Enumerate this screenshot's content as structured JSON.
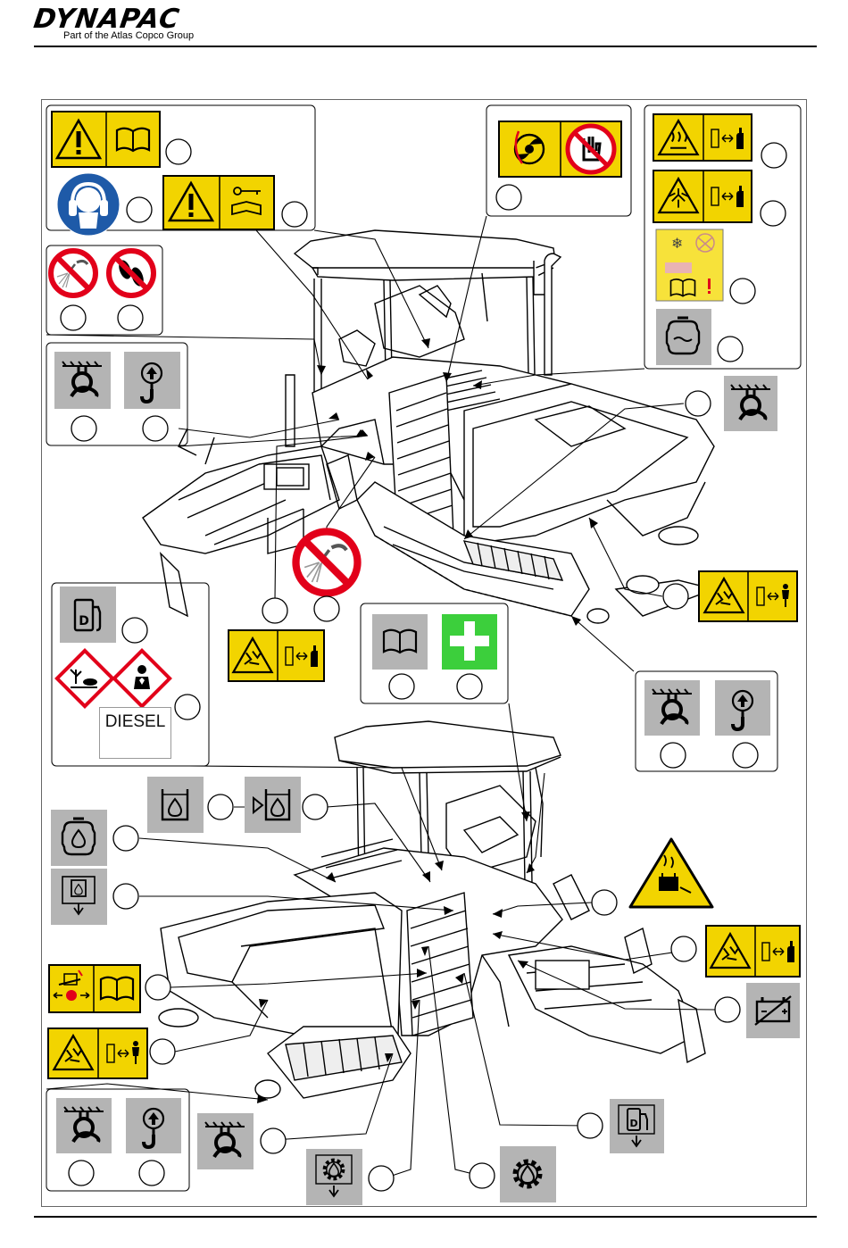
{
  "header": {
    "brand": "DYNAPAC",
    "tagline": "Part of the Atlas Copco Group"
  },
  "labels": {
    "diesel": "DIESEL"
  },
  "colors": {
    "warning_yellow": "#f2d400",
    "prohibition_red": "#e2001a",
    "mandatory_blue": "#1e5aa8",
    "first_aid_green": "#3ccf3c",
    "info_grey": "#b4b4b4"
  },
  "decals": [
    {
      "name": "warning-read-manual-decal",
      "icons": [
        "warning-triangle-icon",
        "manual-book-icon"
      ]
    },
    {
      "name": "ear-protection-decal",
      "icons": [
        "ear-protection-icon"
      ]
    },
    {
      "name": "warning-key-manual-decal",
      "icons": [
        "warning-triangle-icon",
        "key-manual-icon"
      ]
    },
    {
      "name": "fan-hand-warning-decal",
      "icons": [
        "fan-icon",
        "no-hand-icon"
      ]
    },
    {
      "name": "hot-surface-decal",
      "icons": [
        "hot-surface-icon",
        "keep-distance-icon"
      ]
    },
    {
      "name": "pressure-spray-decal",
      "icons": [
        "pressure-spray-icon",
        "keep-distance-icon"
      ]
    },
    {
      "name": "coolant-decal",
      "icons": [
        "coolant-info-icon"
      ]
    },
    {
      "name": "engine-coolant-level-decal",
      "icons": [
        "coolant-level-icon"
      ]
    },
    {
      "name": "no-high-pressure-wash-decal",
      "icons": [
        "no-spray-icon"
      ]
    },
    {
      "name": "no-step-decal",
      "icons": [
        "no-step-icon"
      ]
    },
    {
      "name": "tie-down-point-decal",
      "icons": [
        "tie-down-icon"
      ]
    },
    {
      "name": "lifting-point-decal",
      "icons": [
        "lifting-hook-icon"
      ]
    },
    {
      "name": "crushing-hazard-decal",
      "icons": [
        "crush-hazard-icon",
        "keep-distance-person-icon"
      ]
    },
    {
      "name": "diesel-fuel-decal",
      "icons": [
        "fuel-pump-icon"
      ]
    },
    {
      "name": "environment-hazard-decal",
      "icons": [
        "environment-hazard-icon",
        "health-hazard-icon"
      ]
    },
    {
      "name": "manual-decal",
      "icons": [
        "manual-book-icon"
      ]
    },
    {
      "name": "first-aid-decal",
      "icons": [
        "first-aid-icon"
      ]
    },
    {
      "name": "hydraulic-oil-decal",
      "icons": [
        "hydraulic-oil-icon"
      ]
    },
    {
      "name": "hydraulic-filter-decal",
      "icons": [
        "hydraulic-filter-icon"
      ]
    },
    {
      "name": "engine-oil-decal",
      "icons": [
        "engine-oil-icon"
      ]
    },
    {
      "name": "engine-oil-drain-decal",
      "icons": [
        "engine-oil-drain-icon"
      ]
    },
    {
      "name": "battery-warning-decal",
      "icons": [
        "battery-warning-icon"
      ]
    },
    {
      "name": "battery-disconnect-decal",
      "icons": [
        "battery-icon"
      ]
    },
    {
      "name": "screed-adjust-decal",
      "icons": [
        "screed-icon",
        "manual-book-icon"
      ]
    },
    {
      "name": "fuel-drain-decal",
      "icons": [
        "fuel-drain-icon"
      ]
    },
    {
      "name": "gear-oil-decal",
      "icons": [
        "gear-oil-icon"
      ]
    },
    {
      "name": "gear-oil-drain-decal",
      "icons": [
        "gear-oil-drain-icon"
      ]
    }
  ]
}
